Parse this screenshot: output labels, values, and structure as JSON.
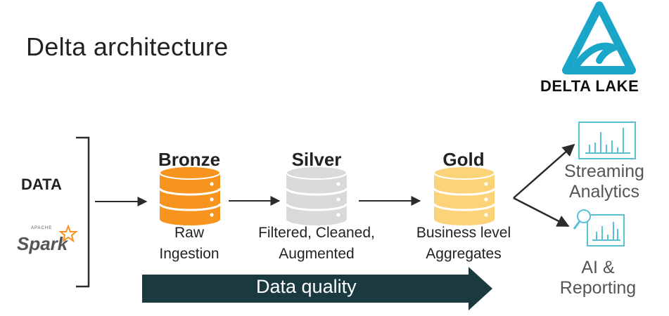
{
  "title": "Delta architecture",
  "logo": {
    "text": "DELTA LAKE",
    "color": "#1aa6c9"
  },
  "source": {
    "data_label": "DATA",
    "spark_word": "Spark",
    "apache_word": "APACHE"
  },
  "tiers": [
    {
      "name": "Bronze",
      "desc1": "Raw",
      "desc2": "Ingestion",
      "color": "#f7941d"
    },
    {
      "name": "Silver",
      "desc1": "Filtered, Cleaned,",
      "desc2": "Augmented",
      "color": "#d9d9d9"
    },
    {
      "name": "Gold",
      "desc1": "Business level",
      "desc2": "Aggregates",
      "color": "#fdd37a"
    }
  ],
  "outputs": [
    {
      "line1": "Streaming",
      "line2": "Analytics"
    },
    {
      "line1": "AI &",
      "line2": "Reporting"
    }
  ],
  "quality_label": "Data quality",
  "colors": {
    "quality_arrow": "#1b3a40",
    "chart_icon": "#5bbfd6",
    "arrow": "#2b2b2b"
  }
}
